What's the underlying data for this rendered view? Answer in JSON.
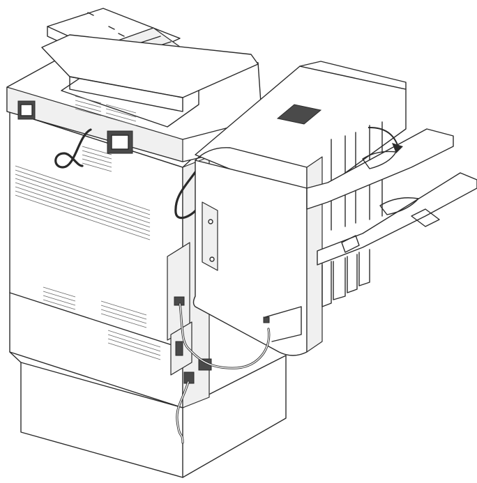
{
  "illustration": {
    "subject": "printer-finisher-connection",
    "accent_colors": {
      "line": "#2a2a2a",
      "fill": "#ffffff",
      "label": "#4a4a4a",
      "arrow": "#2a2a2a"
    },
    "icons": [
      "printer-body",
      "document-feeder",
      "finisher-unit",
      "output-tray",
      "connection-cable",
      "rotation-arrow"
    ]
  }
}
